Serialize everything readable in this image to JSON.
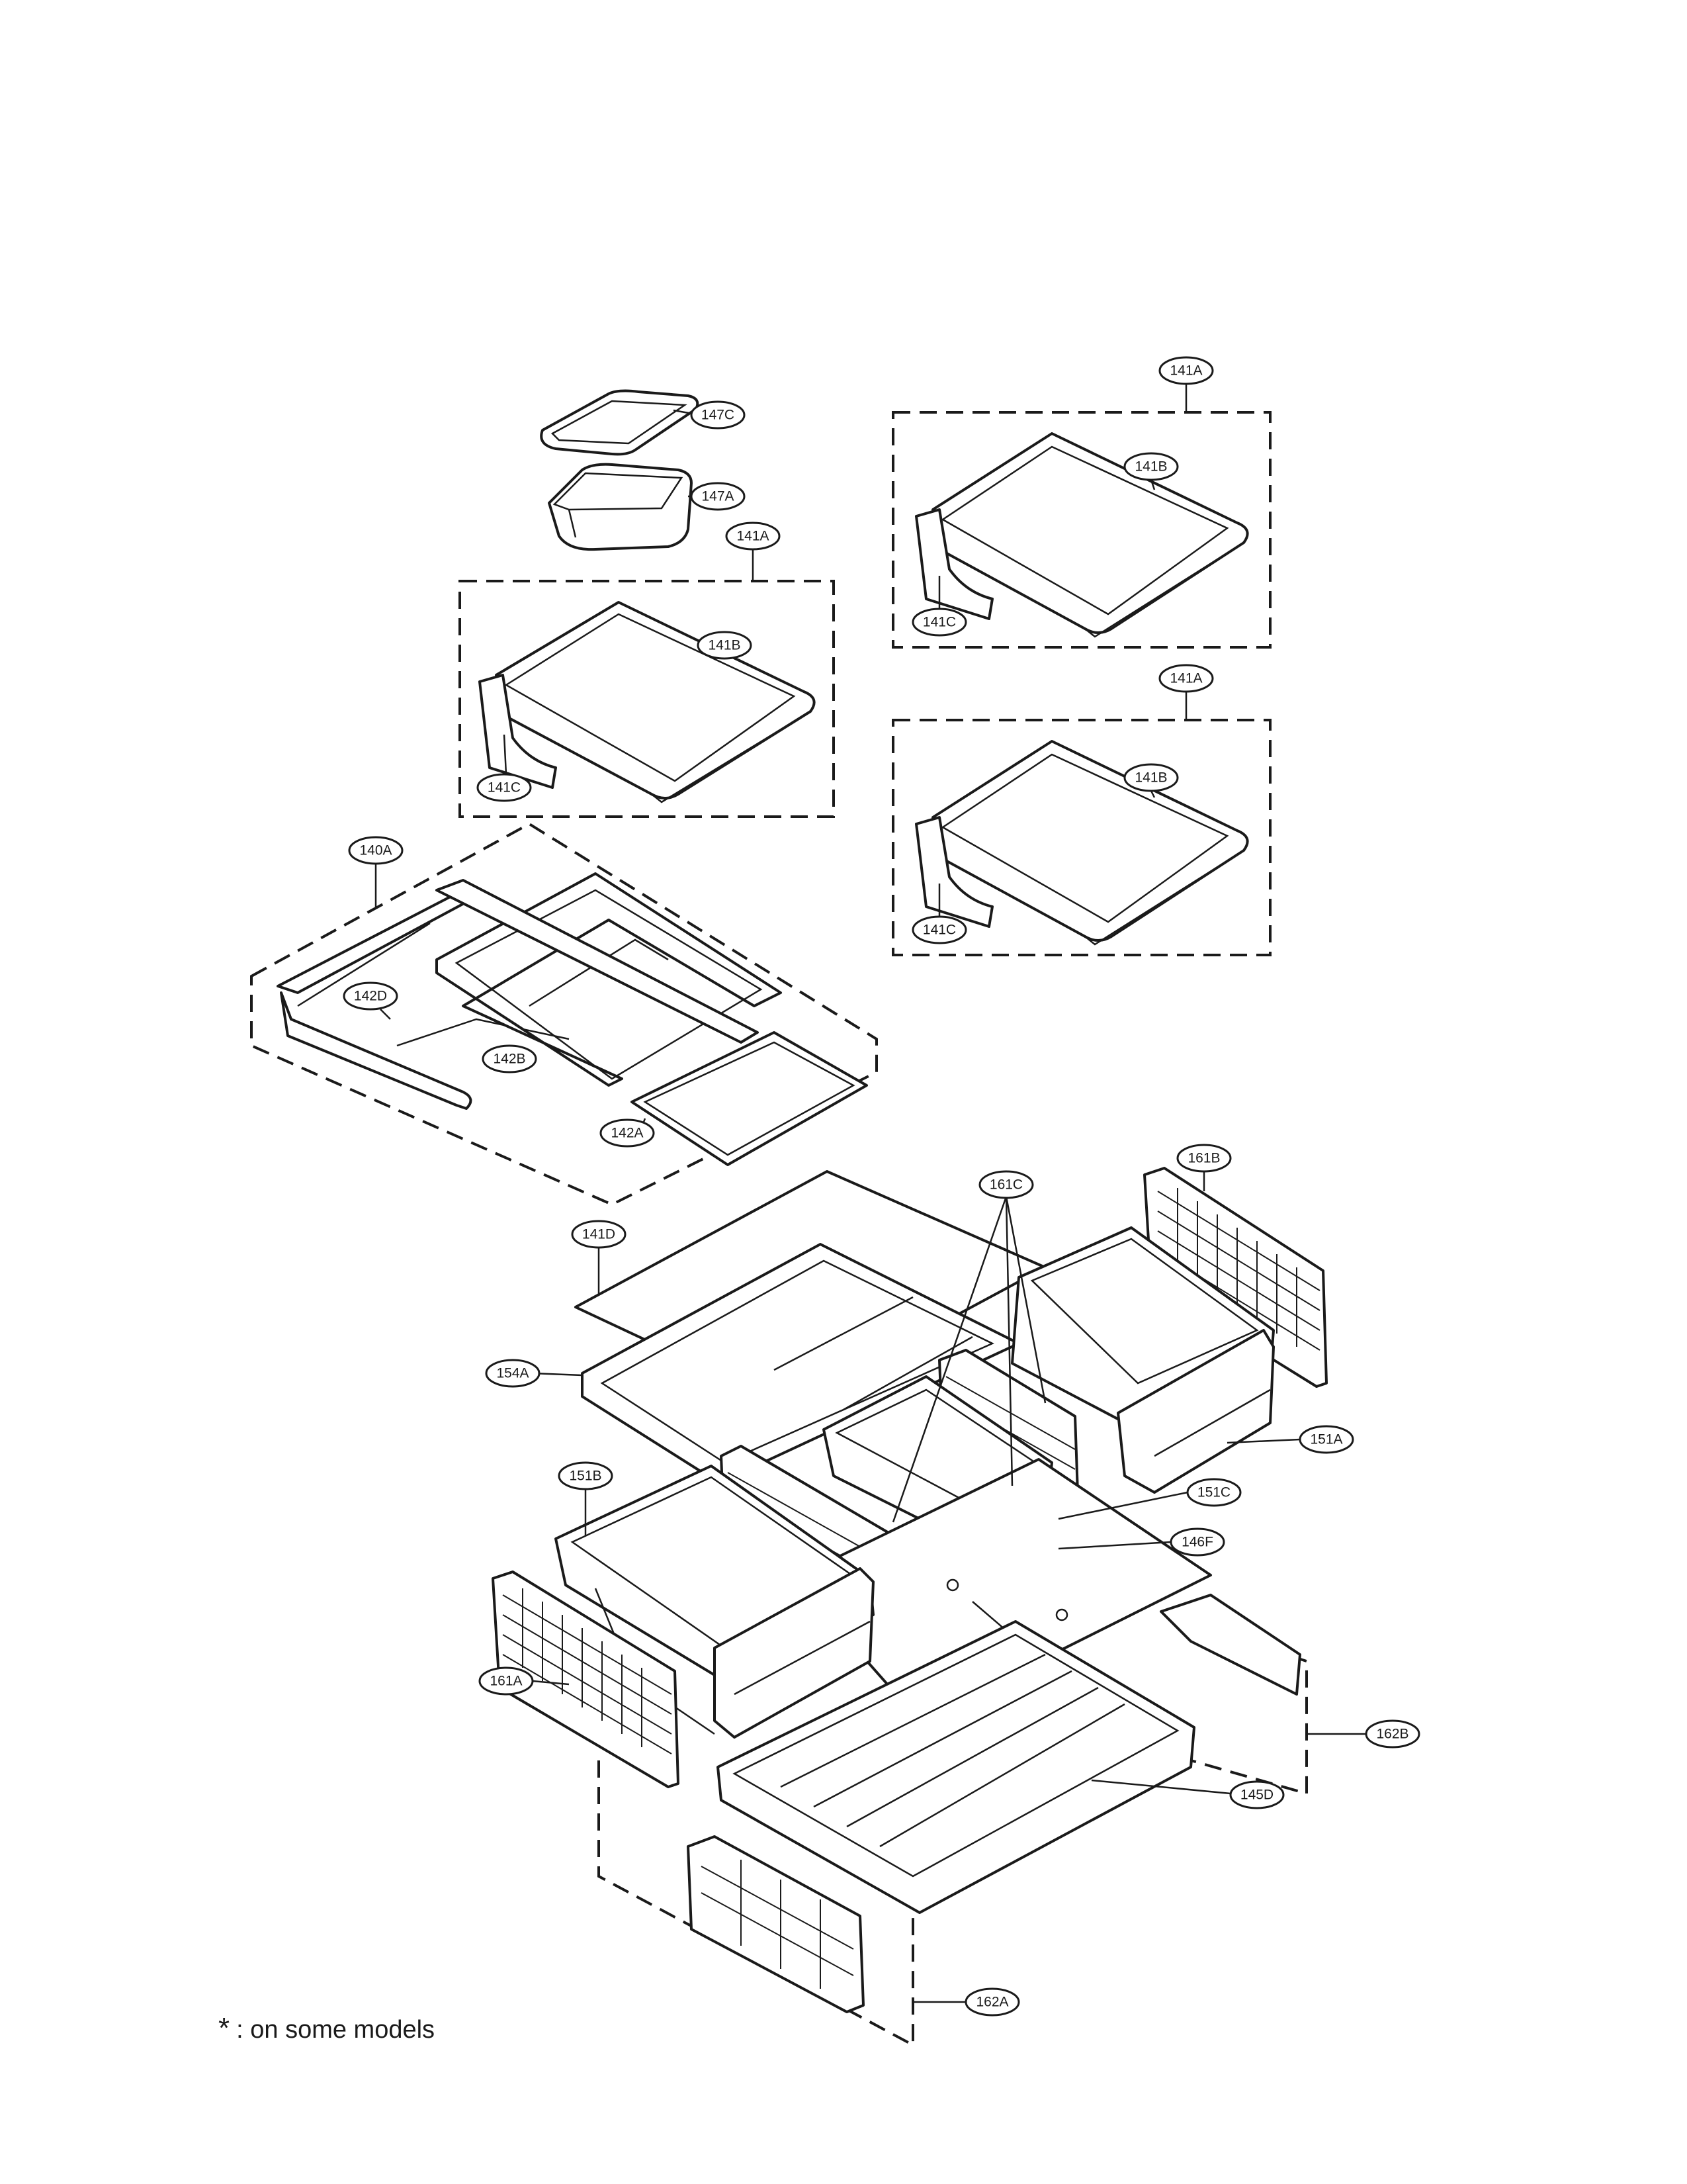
{
  "footnote": {
    "symbol": "*",
    "text": ": on some models"
  },
  "callouts": {
    "c147C": "147C",
    "c147A": "147A",
    "c141A_left": "141A",
    "c141B_left": "141B",
    "c141C_left": "141C",
    "c141A_tr": "141A",
    "c141B_tr": "141B",
    "c141C_tr": "141C",
    "c141A_mr": "141A",
    "c141B_mr": "141B",
    "c141C_mr": "141C",
    "c140A": "140A",
    "c142D": "142D",
    "c142B": "142B",
    "c142A": "142A",
    "c161B": "161B",
    "c161C": "161C",
    "c141D": "141D",
    "c154A": "154A",
    "c151A": "151A",
    "c151B": "151B",
    "c151C": "151C",
    "c146F": "146F",
    "c161A": "161A",
    "c162B": "162B",
    "c145D": "145D",
    "c162A": "162A"
  }
}
